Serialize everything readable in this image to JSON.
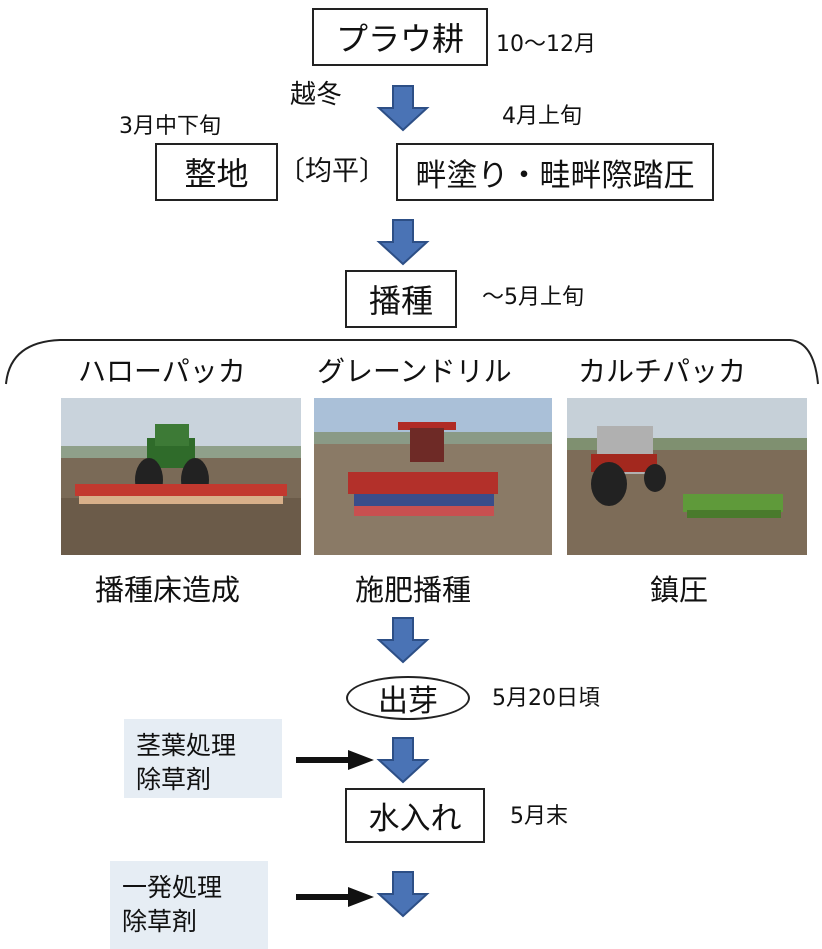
{
  "colors": {
    "arrow": "#4a73b5",
    "arrow_outline": "#2d4f86",
    "note_bg": "#e6edf4",
    "border": "#222222"
  },
  "step_plow": {
    "label": "プラウ耕",
    "timing": "10〜12月"
  },
  "overwinter": {
    "label": "越冬"
  },
  "step_level": {
    "timing": "3月中下旬",
    "label": "整地",
    "note": "〔均平〕"
  },
  "step_levee": {
    "timing": "4月上旬",
    "label": "畔塗り・畦畔際踏圧"
  },
  "step_sow": {
    "label": "播種",
    "timing": "〜5月上旬"
  },
  "machines": [
    {
      "name": "ハローパッカ",
      "purpose": "播種床造成",
      "icon": "harrow-packer-photo"
    },
    {
      "name": "グレーンドリル",
      "purpose": "施肥播種",
      "icon": "grain-drill-photo"
    },
    {
      "name": "カルチパッカ",
      "purpose": "鎮圧",
      "icon": "cultipacker-photo"
    }
  ],
  "step_emerge": {
    "label": "出芽",
    "timing": "5月20日頃"
  },
  "herbicide_foliar": {
    "line1": "茎葉処理",
    "line2": "除草剤"
  },
  "step_flood": {
    "label": "水入れ",
    "timing": "5月末"
  },
  "herbicide_oneshot": {
    "line1": "一発処理",
    "line2": "除草剤"
  }
}
